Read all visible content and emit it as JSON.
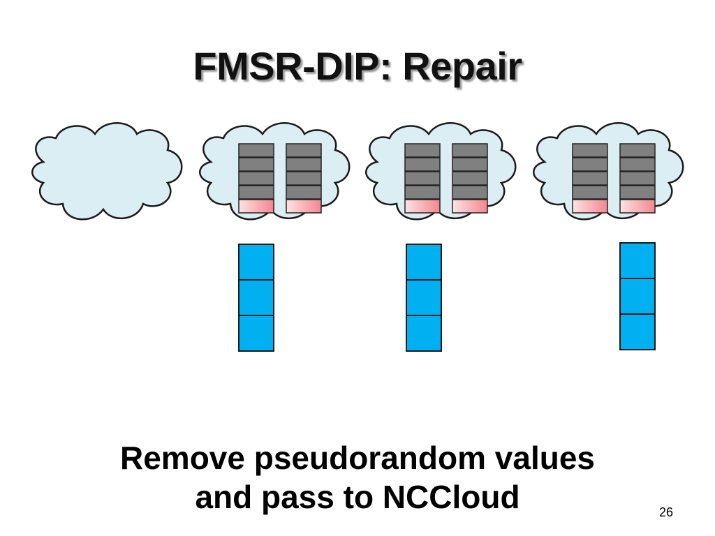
{
  "slide": {
    "title": "FMSR-DIP: Repair",
    "caption_line1": "Remove pseudorandom values",
    "caption_line2": "and pass to NCCloud",
    "page_number": "26"
  },
  "colors": {
    "cloud_fill": "#daeef3",
    "cloud_stroke": "#1a1a1a",
    "chunk_gray": "#808080",
    "chunk_pink_light": "#fde3e3",
    "chunk_pink_dark": "#f4868e",
    "block_blue": "#00b0f0"
  },
  "diagram": {
    "clouds": [
      {
        "id": "empty-cloud",
        "servers": 0
      },
      {
        "id": "cloud-1",
        "servers": 2,
        "gray_chunks_per_server": 4,
        "pink_chunks_per_server": 1
      },
      {
        "id": "cloud-2",
        "servers": 2,
        "gray_chunks_per_server": 4,
        "pink_chunks_per_server": 1
      },
      {
        "id": "cloud-3",
        "servers": 2,
        "gray_chunks_per_server": 4,
        "pink_chunks_per_server": 1
      }
    ],
    "blue_stacks": [
      {
        "id": "stack-1",
        "blocks": 3
      },
      {
        "id": "stack-2",
        "blocks": 3
      },
      {
        "id": "stack-3",
        "blocks": 3
      }
    ]
  }
}
